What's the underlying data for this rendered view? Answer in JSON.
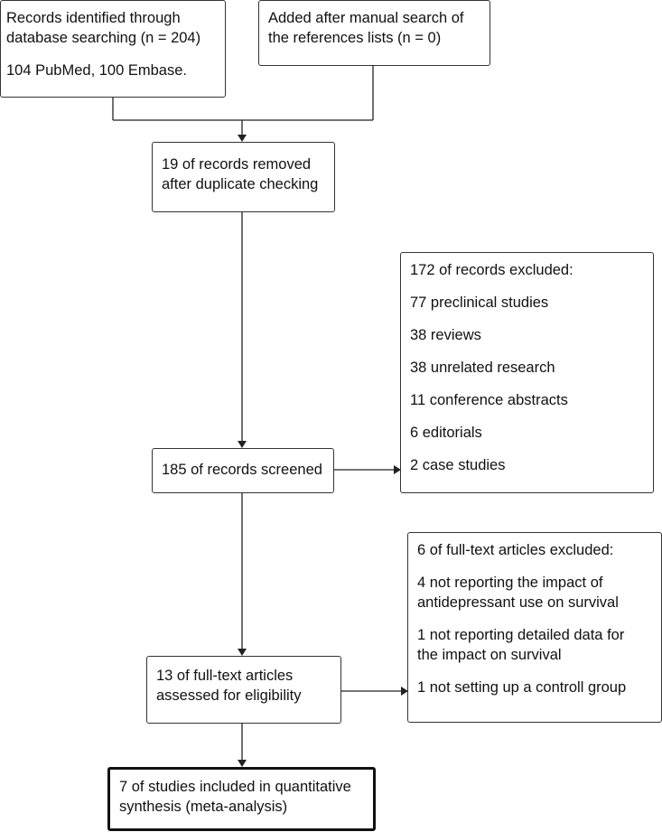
{
  "flow": {
    "identified": {
      "line1": "Records identified through",
      "line2": "database searching (n = 204)",
      "line3": "104 PubMed, 100 Embase."
    },
    "manual": {
      "line1": "Added after manual search of",
      "line2": "the references lists (n = 0)"
    },
    "duplicates": {
      "line1": "19 of records removed",
      "line2": "after duplicate checking"
    },
    "screened": {
      "line1": "185 of records screened"
    },
    "excluded_records": {
      "items": [
        "172 of records excluded:",
        "77 preclinical studies",
        "38 reviews",
        "38 unrelated research",
        "11 conference abstracts",
        "6 editorials",
        "2 case studies"
      ]
    },
    "fulltext": {
      "line1": "13 of full-text articles",
      "line2": "assessed for eligibility"
    },
    "excluded_fulltext": {
      "title": "6 of full-text articles excluded:",
      "r1a": "4 not reporting the impact of",
      "r1b": "antidepressant use on survival",
      "r2a": "1 not reporting detailed data for",
      "r2b": "the impact on survival",
      "r3": "1 not setting up a controll group"
    },
    "included": {
      "line1": "7 of studies included in quantitative",
      "line2": "synthesis (meta-analysis)"
    }
  }
}
